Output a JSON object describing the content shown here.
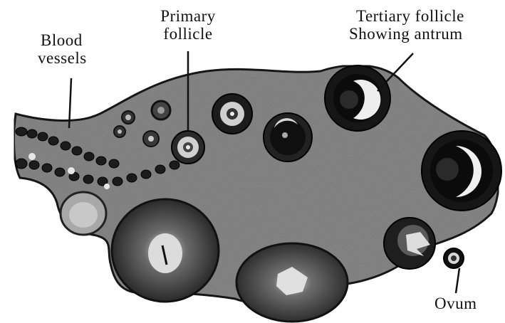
{
  "labels": {
    "blood_vessels": [
      "Blood",
      "vessels"
    ],
    "primary_follicle": [
      "Primary",
      "follicle"
    ],
    "tertiary_follicle": [
      "Tertiary follicle",
      "Showing antrum"
    ],
    "ovum": "Ovum"
  },
  "colors": {
    "tissue": "#8a8a8a",
    "outline": "#1a1a1a",
    "background": "#ffffff"
  }
}
